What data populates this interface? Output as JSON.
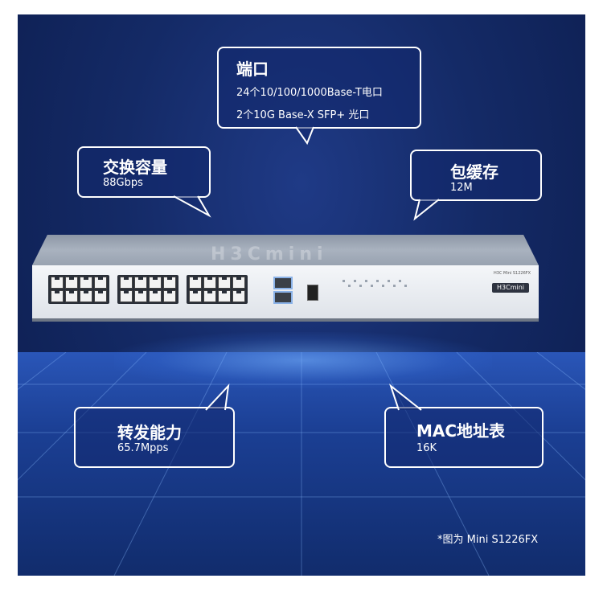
{
  "callouts": {
    "ports": {
      "title": "端口",
      "line1": "24个10/100/1000Base-T电口",
      "line2": "2个10G Base-X SFP+ 光口"
    },
    "capacity": {
      "title": "交换容量",
      "value": "88Gbps"
    },
    "buffer": {
      "title": "包缓存",
      "value": "12M"
    },
    "forwarding": {
      "title": "转发能力",
      "value": "65.7Mpps"
    },
    "mac": {
      "title": "MAC地址表",
      "value": "16K"
    }
  },
  "device": {
    "brand": "H3Cmini",
    "model_label": "H3C Mini S1226FX",
    "top_logo": "H3Cmini"
  },
  "footnote": "*图为 Mini S1226FX",
  "colors": {
    "background": "#142a66",
    "floor": "#2a56b8",
    "callout_border": "#ffffff",
    "sfp_highlight": "#8ab2e8"
  }
}
